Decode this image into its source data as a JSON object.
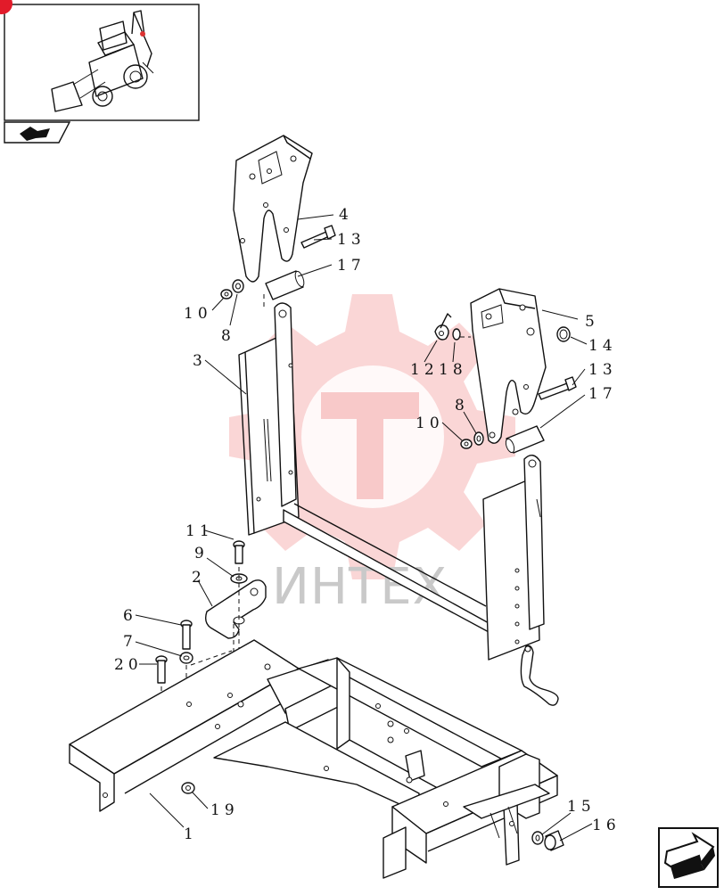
{
  "watermark": {
    "text": "ИНТЕХ",
    "color": "#f08080"
  },
  "thumbnail": {
    "icon": "backhoe-loader-icon",
    "nav_icon": "nav-back-arrow-icon"
  },
  "corner_nav_icon": "next-page-arrow-icon",
  "callouts": {
    "c1": "1",
    "c2": "2",
    "c3": "3",
    "c4": "4",
    "c5": "5",
    "c6": "6",
    "c7": "7",
    "c8a": "8",
    "c8b": "8",
    "c9": "9",
    "c10a": "10",
    "c10b": "10",
    "c11": "11",
    "c12": "12",
    "c13a": "13",
    "c13b": "13",
    "c14": "14",
    "c15": "15",
    "c16": "16",
    "c17a": "17",
    "c17b": "17",
    "c18": "18",
    "c19": "19",
    "c20": "20"
  }
}
